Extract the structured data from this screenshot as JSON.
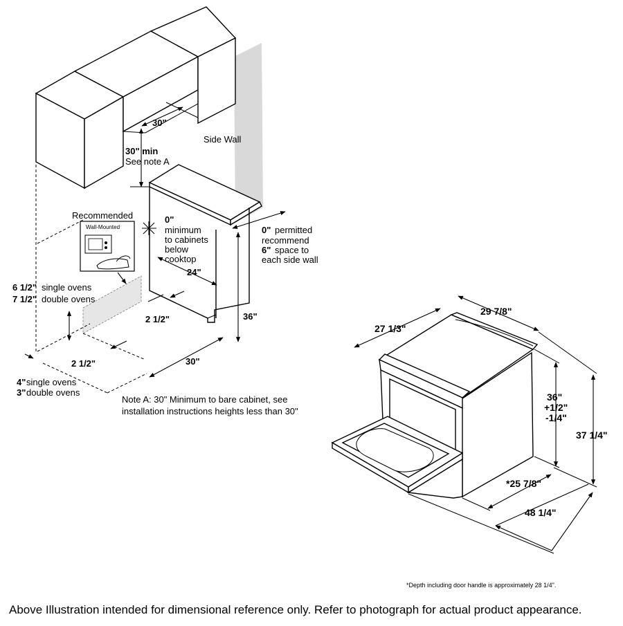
{
  "cabinet_diagram": {
    "dim_30_top": "30\"",
    "min_30": "30\" min",
    "see_note_a": "See note A",
    "side_wall": "Side Wall",
    "recommended": "Recommended",
    "wall_mounted": "Wall-Mounted",
    "zero_min_value": "0\"",
    "zero_min_lines": [
      "minimum",
      "to cabinets",
      "below",
      "cooktop"
    ],
    "zero_permitted_value": "0\"",
    "zero_permitted_text": "permitted",
    "recommend_text": "recommend",
    "six_value": "6\"",
    "six_text": "space to",
    "each_side_wall": "each side wall",
    "dim_24": "24\"",
    "dim_36": "36\"",
    "dim_2half_a": "2 1/2\"",
    "dim_2half_b": "2 1/2\"",
    "dim_30_bottom": "30\"",
    "single_6half_value": "6 1/2\"",
    "single_6half_text": "single ovens",
    "double_7half_value": "7 1/2\"",
    "double_7half_text": "double ovens",
    "four_value": "4\"",
    "four_text": "single ovens",
    "three_value": "3\"",
    "three_text": "double ovens"
  },
  "note_a": {
    "line1": "Note A: 30\" Minimum to bare cabinet, see",
    "line2": "installation instructions heights less than 30\""
  },
  "oven_diagram": {
    "width": "29 7/8\"",
    "depth_top": "27 1/3\"",
    "height_36": "36\"",
    "tol_plus": "+1/2\"",
    "tol_minus": "-1/4\"",
    "height_total": "37 1/4\"",
    "depth_body": "*25 7/8\"",
    "depth_door_open": "48 1/4\""
  },
  "footnote": "*Depth including door handle is approximately 28 1/4\".",
  "disclaimer": "Above Illustration intended for dimensional reference only. Refer to photograph for actual product appearance."
}
